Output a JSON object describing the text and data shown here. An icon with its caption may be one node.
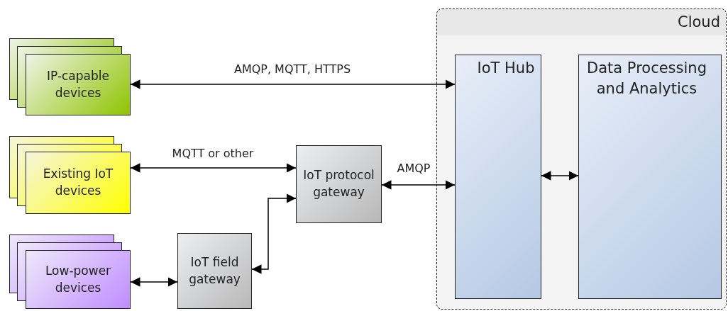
{
  "diagram": {
    "nodes": [
      {
        "text": [
          "Cloud"
        ]
      },
      {
        "text": [
          "IP-capable devices"
        ]
      },
      {
        "text": [
          "Existing IoT devices"
        ]
      },
      {
        "text": [
          "Low-power devices"
        ]
      },
      {
        "text": [
          "IoT field gateway"
        ]
      },
      {
        "text": [
          "IoT protocol gateway"
        ]
      },
      {
        "text": [
          "IoT Hub"
        ],
        "in": 0
      },
      {
        "text": [
          "Data Processing and Analytics"
        ],
        "in": 0
      }
    ],
    "edges": [
      {
        "from": 1,
        "to": 6,
        "arrow": "both",
        "label": "AMQP, MQTT, HTTPS"
      },
      {
        "from": 2,
        "to": 5,
        "arrow": "both",
        "label": "MQTT or other"
      },
      {
        "from": 4,
        "to": 5,
        "arrow": "both"
      },
      {
        "from": 3,
        "to": 4,
        "arrow": "both"
      },
      {
        "from": 5,
        "to": 6,
        "arrow": "both",
        "label": "AMQP"
      },
      {
        "from": 6,
        "to": 7,
        "arrow": "both"
      }
    ]
  }
}
